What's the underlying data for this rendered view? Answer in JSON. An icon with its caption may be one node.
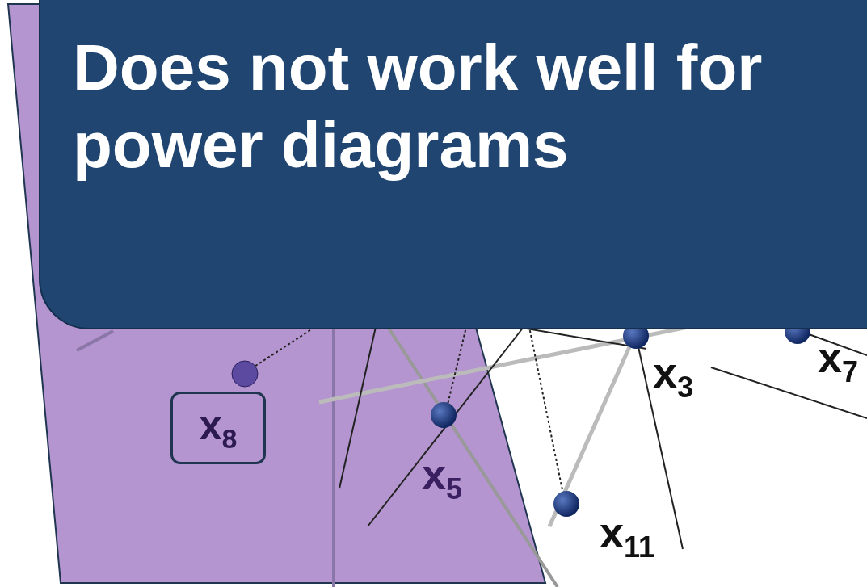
{
  "diagram": {
    "title": "Does not work well for power diagrams",
    "nodes": [
      {
        "text": [
          "x$_{8}$"
        ]
      }
    ],
    "labels": [
      "x$_{3}$",
      "x$_{7}$",
      "x$_{5}$",
      "x$_{11}$"
    ]
  }
}
